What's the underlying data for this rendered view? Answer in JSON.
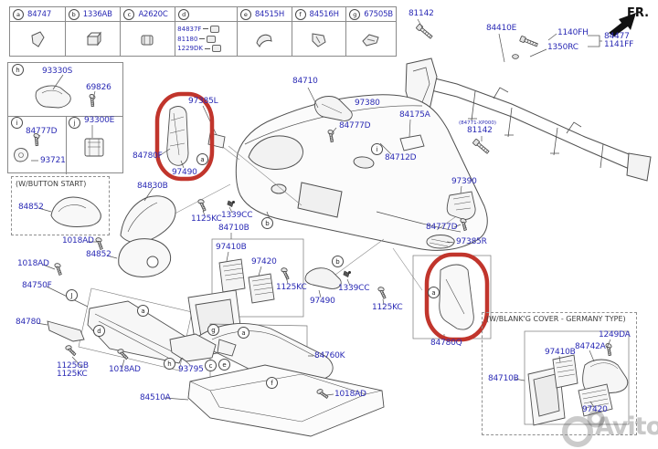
{
  "header": {
    "fr": "FR."
  },
  "colors": {
    "label_blue": "#2b2bb5",
    "highlight_red": "#c1352c",
    "line_gray": "#4f4f4f"
  },
  "table": {
    "cells": [
      {
        "letter": "a",
        "part": "84747"
      },
      {
        "letter": "b",
        "part": "1336AB"
      },
      {
        "letter": "c",
        "part": "A2620C"
      },
      {
        "letter": "d",
        "part": ""
      },
      {
        "letter": "e",
        "part": "84515H"
      },
      {
        "letter": "f",
        "part": "84516H"
      },
      {
        "letter": "g",
        "part": "67505B"
      }
    ],
    "d_rows": [
      "84837F",
      "81180",
      "1229DK"
    ]
  },
  "left_cells": {
    "h_parts": [
      "93330S",
      "69826"
    ],
    "i_parts": [
      "84777D",
      "93721"
    ],
    "j_part": "93300E"
  },
  "boxes": {
    "button_start_label": "(W/BUTTON START)",
    "germany_label": "(W/BLANK'G COVER - GERMANY TYPE)"
  },
  "callouts": {
    "t81142": "81142",
    "t84410E": "84410E",
    "t1140FH": "1140FH",
    "t1350RC": "1350RC",
    "t84477": "84477",
    "t1141FF": "1141FF",
    "t84710": "84710",
    "t97385L": "97385L",
    "t84780F": "84780F",
    "t97490a": "97490",
    "t84830B": "84830B",
    "t97380": "97380",
    "t84777Da": "84777D",
    "t84175A": "84175A",
    "t84771note": "(84771-XP000)",
    "t81142b": "81142",
    "t84712D": "84712D",
    "t97390": "97390",
    "t84777Db": "84777D",
    "t97385R": "97385R",
    "t84780Q": "84780Q",
    "t84852a": "84852",
    "t1018ADa": "1018AD",
    "t84852b": "84852",
    "t1018ADb": "1018AD",
    "t84750F": "84750F",
    "t84780": "84780",
    "t1125GB": "1125GB",
    "t1125KCa": "1125KC",
    "t1018ADc": "1018AD",
    "t84510A": "84510A",
    "t93795": "93795",
    "t1125KCb": "1125KC",
    "t1339CCa": "1339CC",
    "t84710Ba": "84710B",
    "t97410Ba": "97410B",
    "t97420a": "97420",
    "t1125KCc": "1125KC",
    "t97490b": "97490",
    "t1339CCb": "1339CC",
    "t1125KCd": "1125KC",
    "t84760K": "84760K",
    "t1018ADd": "1018AD",
    "t1249DA": "1249DA",
    "t84742A": "84742A",
    "t97410Bb": "97410B",
    "t84710Bb": "84710B",
    "t97420b": "97420"
  },
  "circles": [
    "h",
    "i",
    "j",
    "i",
    "a",
    "b",
    "b",
    "a",
    "J",
    "a",
    "d",
    "g",
    "a",
    "h",
    "c",
    "e",
    "f"
  ],
  "watermark": "Avito",
  "icons": {
    "fr_arrow": "northeast-arrow",
    "screw": "screw-icon",
    "bolt": "bolt-icon",
    "clip": "clip-icon"
  }
}
